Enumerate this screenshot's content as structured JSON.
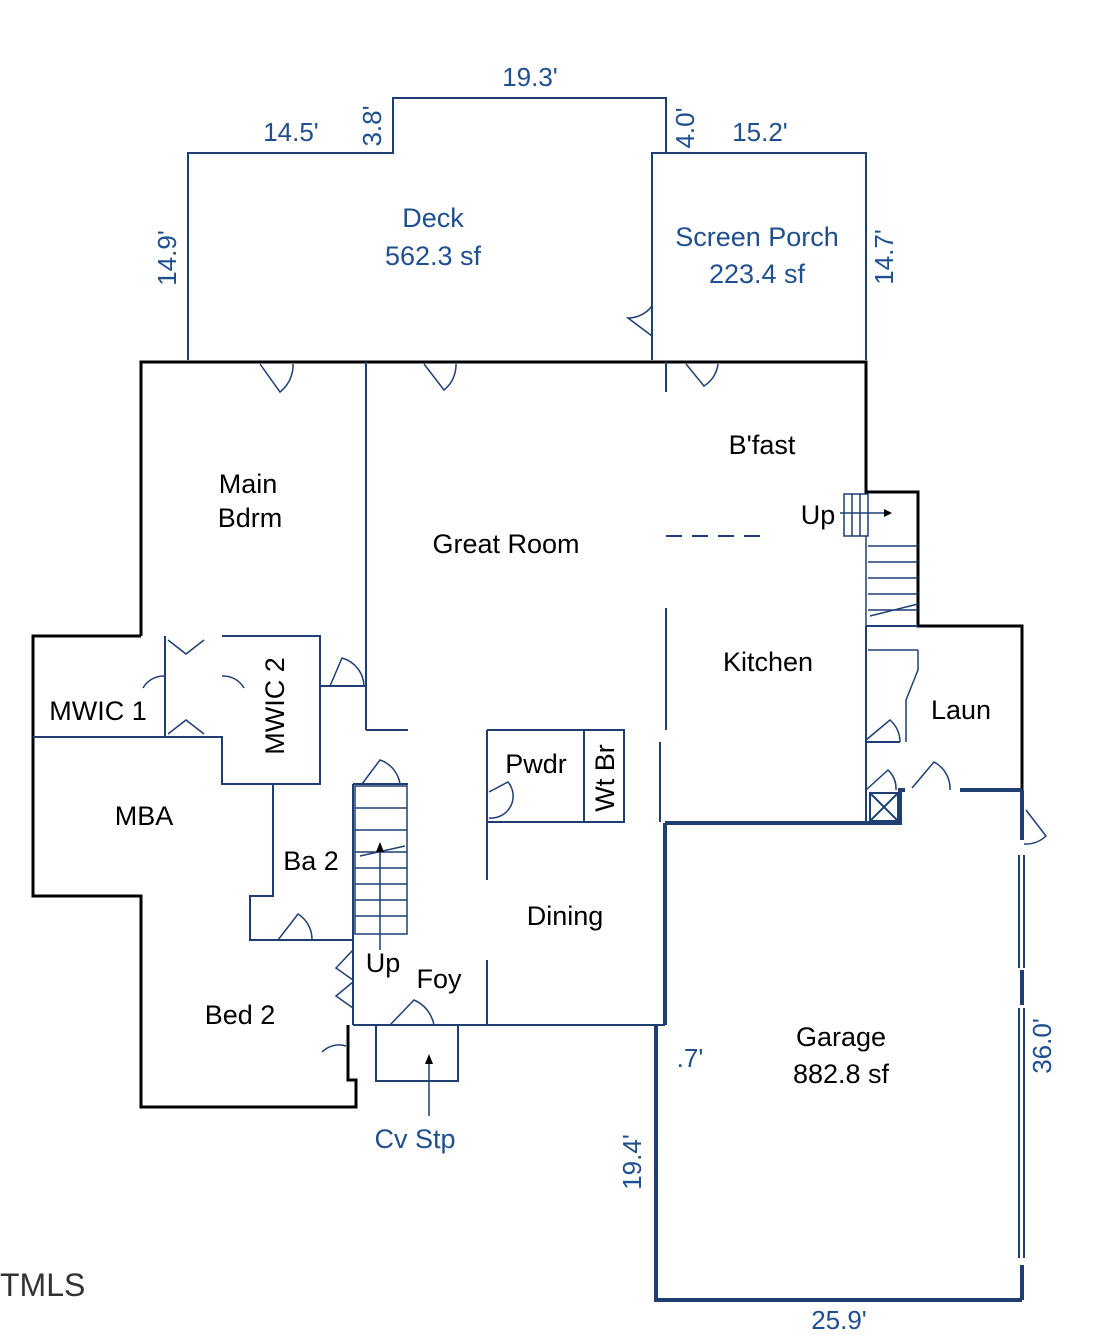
{
  "rooms": {
    "deck": {
      "name": "Deck",
      "area": "562.3 sf"
    },
    "screen_porch": {
      "name": "Screen Porch",
      "area": "223.4 sf"
    },
    "bfast": "B'fast",
    "main_bdrm_line1": "Main",
    "main_bdrm_line2": "Bdrm",
    "great_room": "Great Room",
    "kitchen": "Kitchen",
    "laun": "Laun",
    "mwic1": "MWIC 1",
    "mwic2": "MWIC 2",
    "pwdr": "Pwdr",
    "wt_br": "Wt Br",
    "mba": "MBA",
    "ba2": "Ba 2",
    "dining": "Dining",
    "bed2": "Bed 2",
    "foy": "Foy",
    "cv_stp": "Cv Stp",
    "garage": {
      "name": "Garage",
      "area": "882.8 sf"
    },
    "stairs_up_main": "Up",
    "stairs_up_side": "Up"
  },
  "dimensions": {
    "deck_top": "19.3'",
    "deck_left_top": "14.5'",
    "deck_step": "3.8'",
    "porch_step": "4.0'",
    "porch_top": "15.2'",
    "deck_left": "14.9'",
    "porch_right": "14.7'",
    "garage_small": ".7'",
    "garage_left": "19.4'",
    "garage_right": "36.0'",
    "garage_bottom": "25.9'"
  },
  "watermark": "TMLS",
  "colors": {
    "line_blue": "#1f3f73",
    "text_blue": "#1f4f8f",
    "text_black": "#000000"
  }
}
